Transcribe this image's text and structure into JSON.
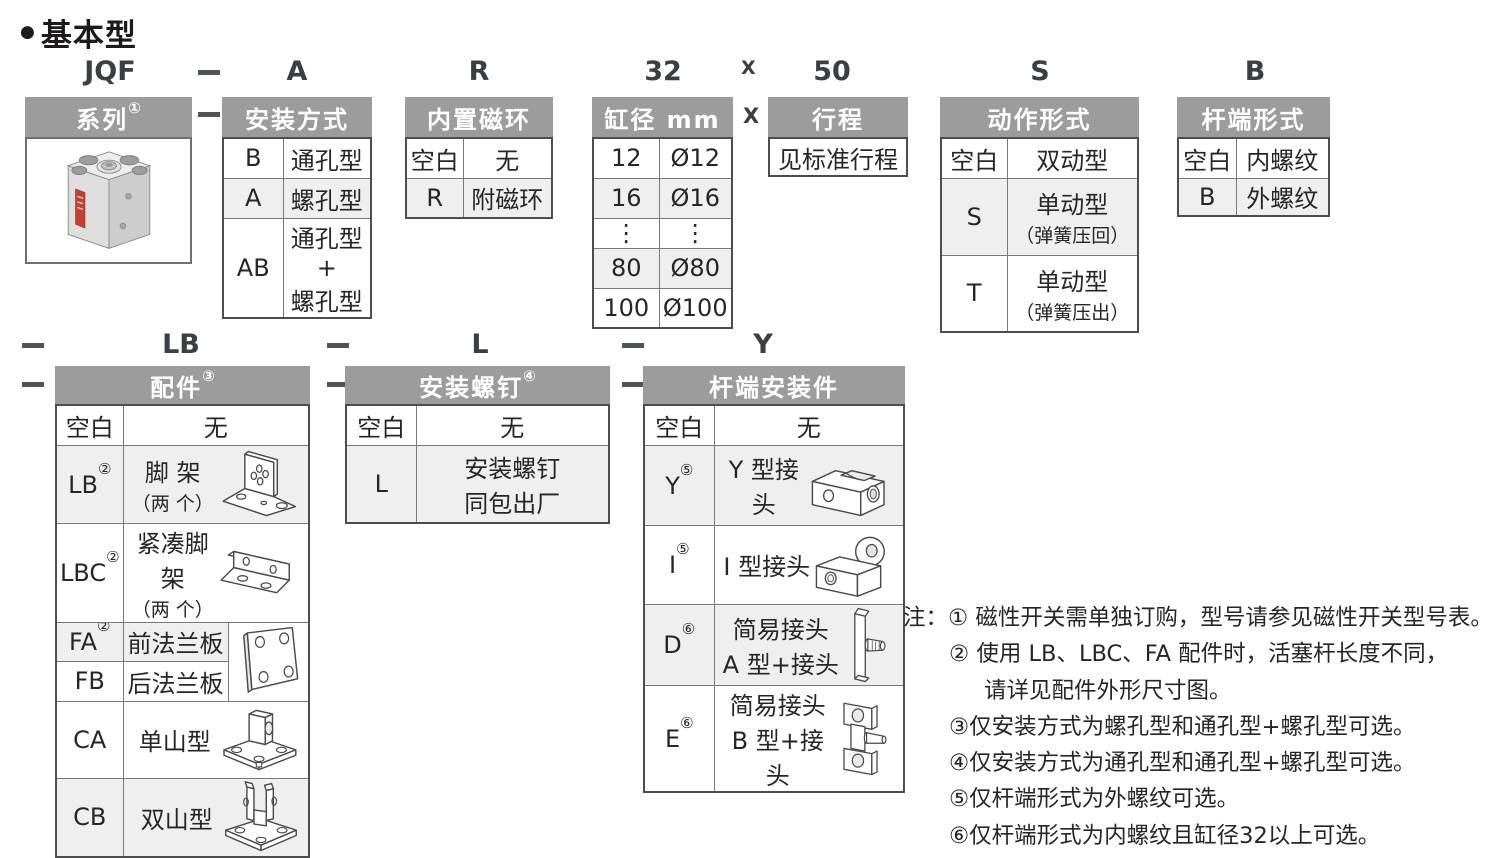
{
  "page": {
    "bullet": "●",
    "title": "基本型"
  },
  "code_row": {
    "series": "JQF",
    "mounting": "A",
    "magnet": "R",
    "bore": "32",
    "times": "X",
    "stroke": "50",
    "action": "S",
    "rod_end": "B",
    "accessories": "LB",
    "screws": "L",
    "rod_mount": "Y"
  },
  "tables": {
    "times_symbol": "X",
    "series": {
      "header": "系列",
      "header_sup": "①",
      "image": "compact-cylinder-photo"
    },
    "mounting": {
      "header": "安装方式",
      "rows": [
        {
          "code": "B",
          "label": "通孔型"
        },
        {
          "code": "A",
          "label": "螺孔型"
        },
        {
          "code": "AB",
          "label": "通孔型+",
          "label2": "螺孔型"
        }
      ]
    },
    "magnet": {
      "header": "内置磁环",
      "rows": [
        {
          "code": "空白",
          "label": "无"
        },
        {
          "code": "R",
          "label": "附磁环"
        }
      ]
    },
    "bore": {
      "header": "缸径 mm",
      "rows": [
        {
          "code": "12",
          "label": "Ø12"
        },
        {
          "code": "16",
          "label": "Ø16"
        },
        {
          "code": "⋮",
          "label": "⋮"
        },
        {
          "code": "80",
          "label": "Ø80"
        },
        {
          "code": "100",
          "label": "Ø100"
        }
      ]
    },
    "stroke": {
      "header": "行程",
      "value": "见标准行程"
    },
    "action": {
      "header": "动作形式",
      "rows": [
        {
          "code": "空白",
          "label": "双动型"
        },
        {
          "code": "S",
          "label": "单动型",
          "label2": "（弹簧压回）"
        },
        {
          "code": "T",
          "label": "单动型",
          "label2": "（弹簧压出）"
        }
      ]
    },
    "rod_end": {
      "header": "杆端形式",
      "rows": [
        {
          "code": "空白",
          "label": "内螺纹"
        },
        {
          "code": "B",
          "label": "外螺纹"
        }
      ]
    },
    "accessories": {
      "header": "配件",
      "header_sup": "③",
      "rows": [
        {
          "code": "空白",
          "label": "无"
        },
        {
          "code": "LB",
          "sup": "②",
          "label": "脚 架",
          "label2": "（两 个）",
          "icon": "foot-bracket-icon"
        },
        {
          "code": "LBC",
          "sup": "②",
          "label": "紧凑脚架",
          "label2": "（两 个）",
          "icon": "compact-foot-bracket-icon"
        },
        {
          "code": "FA",
          "sup": "②",
          "label": "前法兰板",
          "icon": "flange-plate-icon"
        },
        {
          "code": "FB",
          "label": "后法兰板"
        },
        {
          "code": "CA",
          "label": "单山型",
          "icon": "single-clevis-icon"
        },
        {
          "code": "CB",
          "label": "双山型",
          "icon": "double-clevis-icon"
        }
      ]
    },
    "screws": {
      "header": "安装螺钉",
      "header_sup": "④",
      "rows": [
        {
          "code": "空白",
          "label": "无"
        },
        {
          "code": "L",
          "label": "安装螺钉",
          "label2": "同包出厂"
        }
      ]
    },
    "rod_mount": {
      "header": "杆端安装件",
      "rows": [
        {
          "code": "空白",
          "label": "无"
        },
        {
          "code": "Y",
          "sup": "⑤",
          "label": "Y 型接头",
          "icon": "y-type-joint-icon"
        },
        {
          "code": "I",
          "sup": "⑤",
          "label": "I 型接头",
          "icon": "i-type-joint-icon"
        },
        {
          "code": "D",
          "sup": "⑥",
          "label": "简易接头",
          "label2": "A 型+接头",
          "icon": "simple-joint-a-icon"
        },
        {
          "code": "E",
          "sup": "⑥",
          "label": "简易接头",
          "label2": "B 型+接头",
          "icon": "simple-joint-b-icon"
        }
      ]
    }
  },
  "notes": {
    "prefix": "注：",
    "items": [
      {
        "text": "① 磁性开关需单独订购，型号请参见磁性开关型号表。"
      },
      {
        "text": "② 使用 LB、LBC、FA 配件时，活塞杆长度不同，"
      },
      {
        "text": "请详见配件外形尺寸图。"
      },
      {
        "text": "③仅安装方式为螺孔型和通孔型+螺孔型可选。"
      },
      {
        "text": "④仅安装方式为通孔型和通孔型+螺孔型可选。"
      },
      {
        "text": "⑤仅杆端形式为外螺纹可选。"
      },
      {
        "text": "⑥仅杆端形式为内螺纹且缸径32以上可选。"
      }
    ]
  },
  "colors": {
    "header_bg": "#9c9c9c",
    "row_alt_bg": "#efefef",
    "border_dark": "#4d4d4d",
    "border_light": "#7a7a7a",
    "label_red": "#c43f35",
    "text": "#262626"
  }
}
